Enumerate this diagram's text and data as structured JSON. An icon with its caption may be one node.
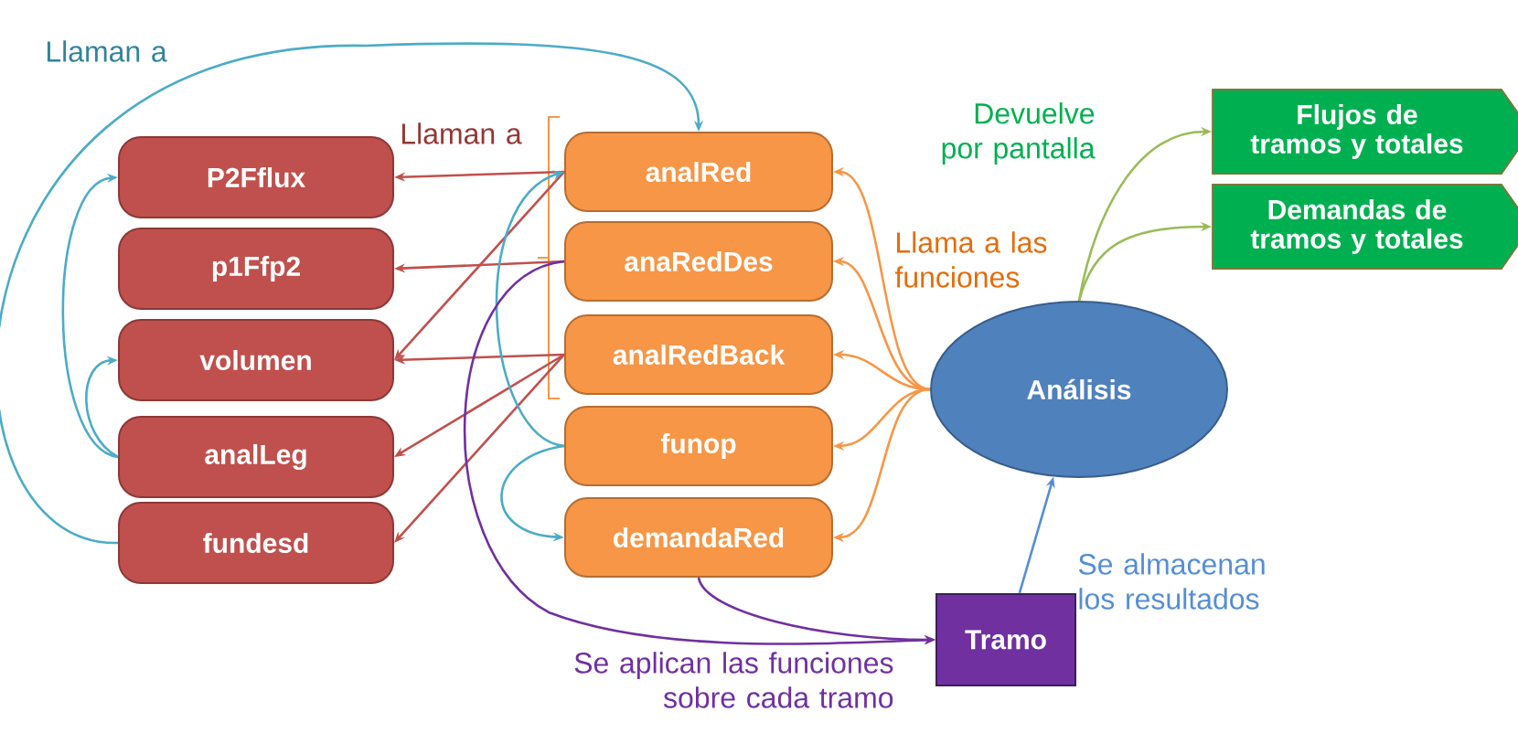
{
  "diagram": {
    "nodes": [
      {
        "text": [
          "P2Fflux"
        ]
      },
      {
        "text": [
          "p1Ffp2"
        ]
      },
      {
        "text": [
          "volumen"
        ]
      },
      {
        "text": [
          "analLeg"
        ]
      },
      {
        "text": [
          "fundesd"
        ]
      },
      {
        "text": [
          "analRed"
        ]
      },
      {
        "text": [
          "anaRedDes"
        ]
      },
      {
        "text": [
          "analRedBack"
        ]
      },
      {
        "text": [
          "funop"
        ]
      },
      {
        "text": [
          "demandaRed"
        ]
      },
      {
        "text": [
          "Análisis"
        ]
      },
      {
        "text": [
          "Flujos de tramos y totales"
        ]
      },
      {
        "text": [
          "Demandas de tramos y totales"
        ]
      },
      {
        "text": [
          "Tramo"
        ]
      }
    ],
    "edges": [
      {
        "from": 5,
        "to": 0,
        "arrow": "to"
      },
      {
        "from": 5,
        "to": 2,
        "arrow": "to"
      },
      {
        "from": 6,
        "to": 1,
        "arrow": "to"
      },
      {
        "from": 7,
        "to": 2,
        "arrow": "to"
      },
      {
        "from": 7,
        "to": 3,
        "arrow": "to"
      },
      {
        "from": 7,
        "to": 4,
        "arrow": "to"
      },
      {
        "from": 3,
        "to": 0,
        "arrow": "to",
        "color": "#4bacc6"
      },
      {
        "from": 3,
        "to": 2,
        "arrow": "to",
        "color": "#4bacc6"
      },
      {
        "from": 4,
        "to": 5,
        "arrow": "to",
        "color": "#4bacc6"
      },
      {
        "from": 8,
        "to": 5,
        "arrow": "to",
        "color": "#4bacc6"
      },
      {
        "from": 8,
        "to": 9,
        "arrow": "to",
        "color": "#4bacc6"
      },
      {
        "from": 10,
        "to": 5,
        "arrow": "to",
        "color": "#f79646"
      },
      {
        "from": 10,
        "to": 6,
        "arrow": "to",
        "color": "#f79646"
      },
      {
        "from": 10,
        "to": 7,
        "arrow": "to",
        "color": "#f79646"
      },
      {
        "from": 10,
        "to": 8,
        "arrow": "to",
        "color": "#f79646"
      },
      {
        "from": 10,
        "to": 9,
        "arrow": "to",
        "color": "#f79646"
      },
      {
        "from": 10,
        "to": 11,
        "arrow": "to",
        "color": "#9bbb59"
      },
      {
        "from": 10,
        "to": 12,
        "arrow": "to",
        "color": "#9bbb59"
      },
      {
        "from": 6,
        "to": 13,
        "arrow": "to",
        "color": "#7030a0"
      },
      {
        "from": 9,
        "to": 13,
        "arrow": "to",
        "color": "#7030a0"
      },
      {
        "from": 13,
        "to": 10,
        "arrow": "to",
        "color": "#558ed5"
      }
    ],
    "labels": [
      "Llaman a",
      "Llaman a",
      "Llama a las funciones",
      "Devuelve por pantalla",
      "Se almacenan los resultados",
      "Se aplican las funciones sobre cada tramo"
    ]
  }
}
